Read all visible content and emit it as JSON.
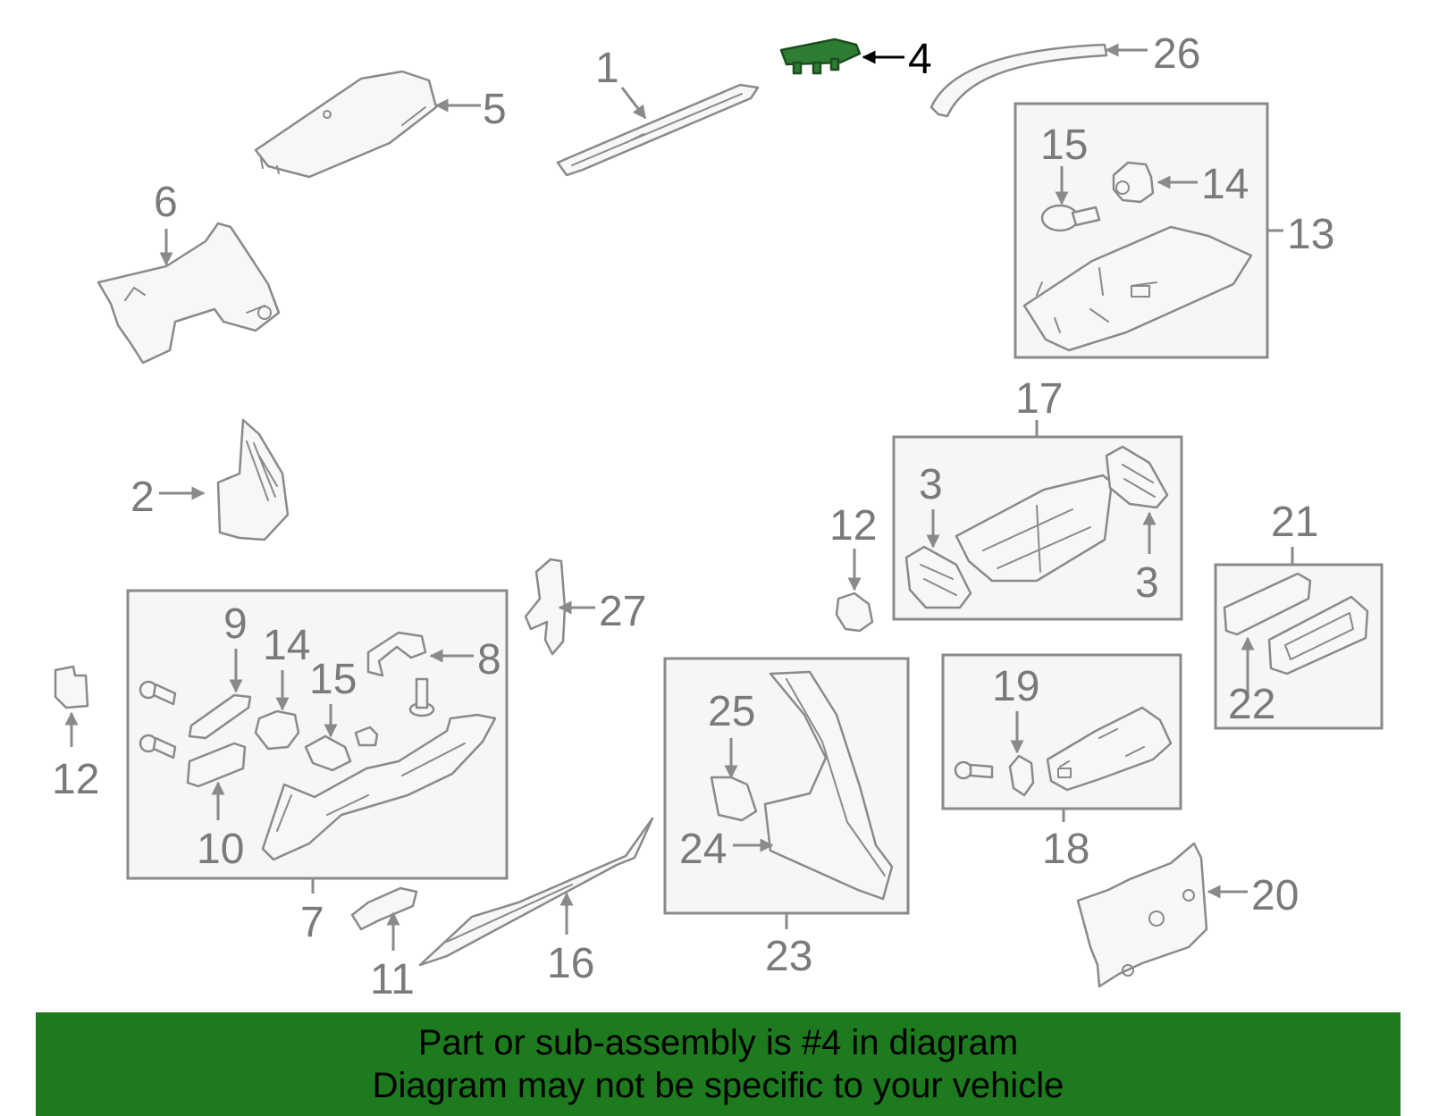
{
  "colors": {
    "highlight": "#2e7d32",
    "banner": "#1e7a1e",
    "outline": "#8a8a8a"
  },
  "callouts": {
    "c1": "1",
    "c2": "2",
    "c3a": "3",
    "c3b": "3",
    "c4": "4",
    "c5": "5",
    "c6": "6",
    "c7": "7",
    "c8": "8",
    "c9": "9",
    "c10": "10",
    "c11": "11",
    "c12a": "12",
    "c12b": "12",
    "c13": "13",
    "c14a": "14",
    "c14b": "14",
    "c15a": "15",
    "c15b": "15",
    "c16": "16",
    "c17": "17",
    "c18": "18",
    "c19": "19",
    "c20": "20",
    "c21": "21",
    "c22": "22",
    "c23": "23",
    "c24": "24",
    "c25": "25",
    "c26": "26",
    "c27": "27"
  },
  "highlighted_part": "4",
  "banner": {
    "line1": "Part or sub-assembly is #4 in diagram",
    "line2": "Diagram may not be specific to your vehicle"
  }
}
